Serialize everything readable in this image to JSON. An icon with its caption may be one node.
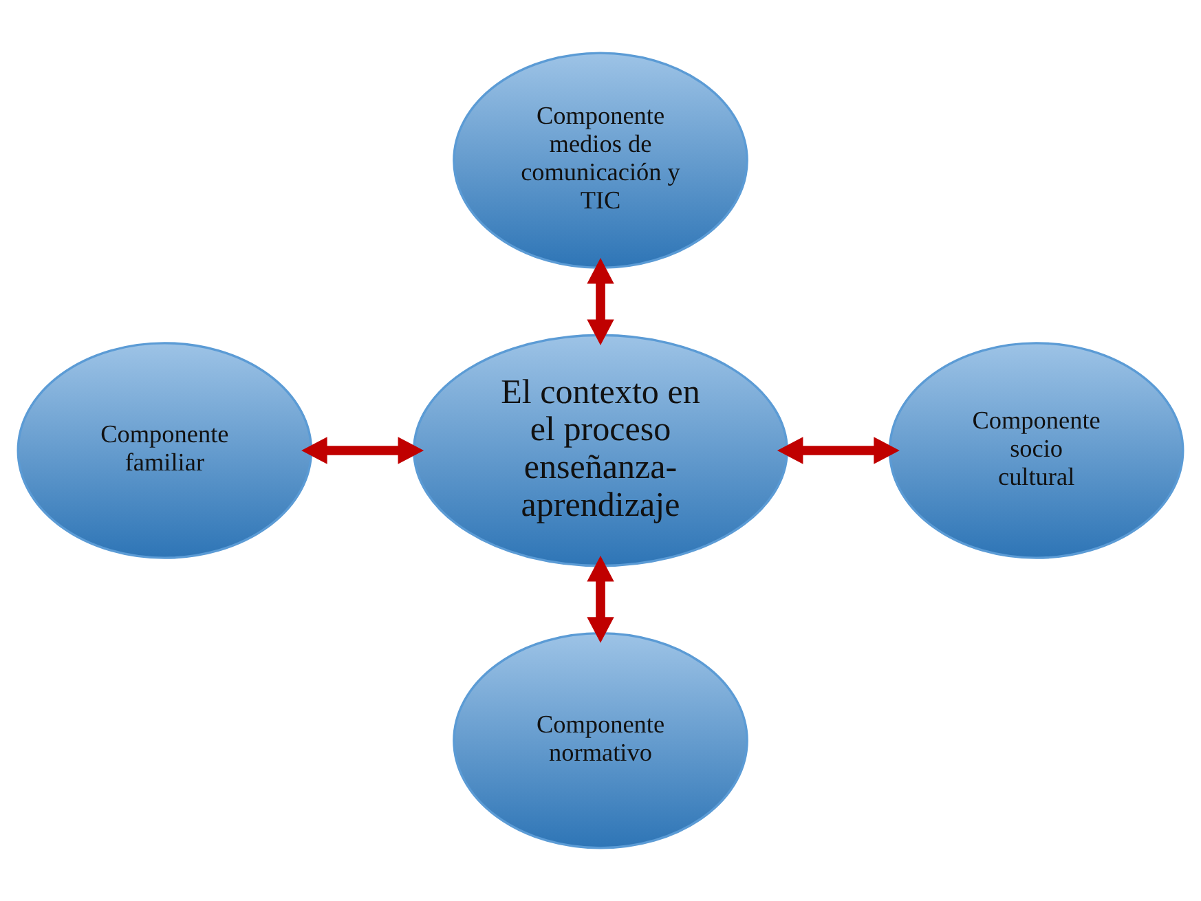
{
  "diagram": {
    "nodes": [
      {
        "text": [
          "Componente medios de comunicación y TIC"
        ]
      },
      {
        "text": [
          "Componente familiar"
        ]
      },
      {
        "text": [
          "El contexto en el proceso enseñanza-aprendizaje"
        ]
      },
      {
        "text": [
          "Componente socio cultural"
        ]
      },
      {
        "text": [
          "Componente normativo"
        ]
      }
    ],
    "edges": [
      {
        "from": 0,
        "to": 2,
        "arrow": "both"
      },
      {
        "from": 1,
        "to": 2,
        "arrow": "both"
      },
      {
        "from": 2,
        "to": 3,
        "arrow": "both"
      },
      {
        "from": 2,
        "to": 4,
        "arrow": "both"
      }
    ]
  }
}
